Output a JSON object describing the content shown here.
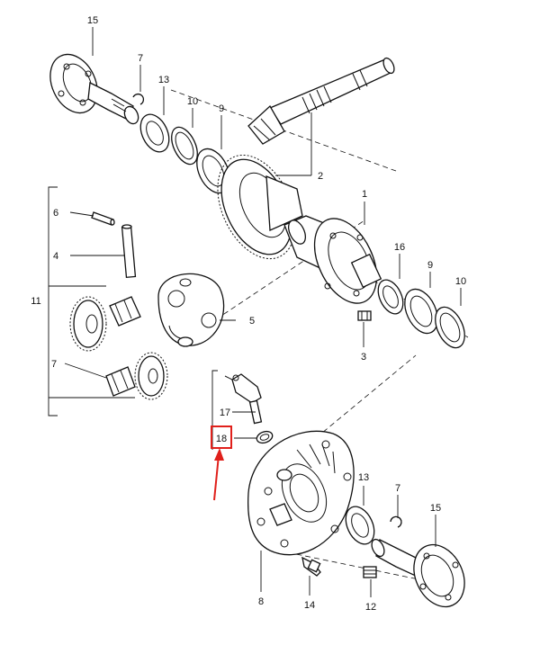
{
  "callouts": {
    "c15_top": "15",
    "c7_top": "7",
    "c13_top": "13",
    "c10_top": "10",
    "c9_top": "9",
    "c2": "2",
    "c1": "1",
    "c6": "6",
    "c4": "4",
    "c11": "11",
    "c5": "5",
    "c16": "16",
    "c9_mid": "9",
    "c10_mid": "10",
    "c3": "3",
    "c7_left": "7",
    "c17": "17",
    "c18": "18",
    "c13_bottom": "13",
    "c7_bottom": "7",
    "c15_bottom": "15",
    "c8": "8",
    "c14": "14",
    "c12": "12"
  },
  "highlight": {
    "target": "18",
    "color": "#e0201b"
  }
}
